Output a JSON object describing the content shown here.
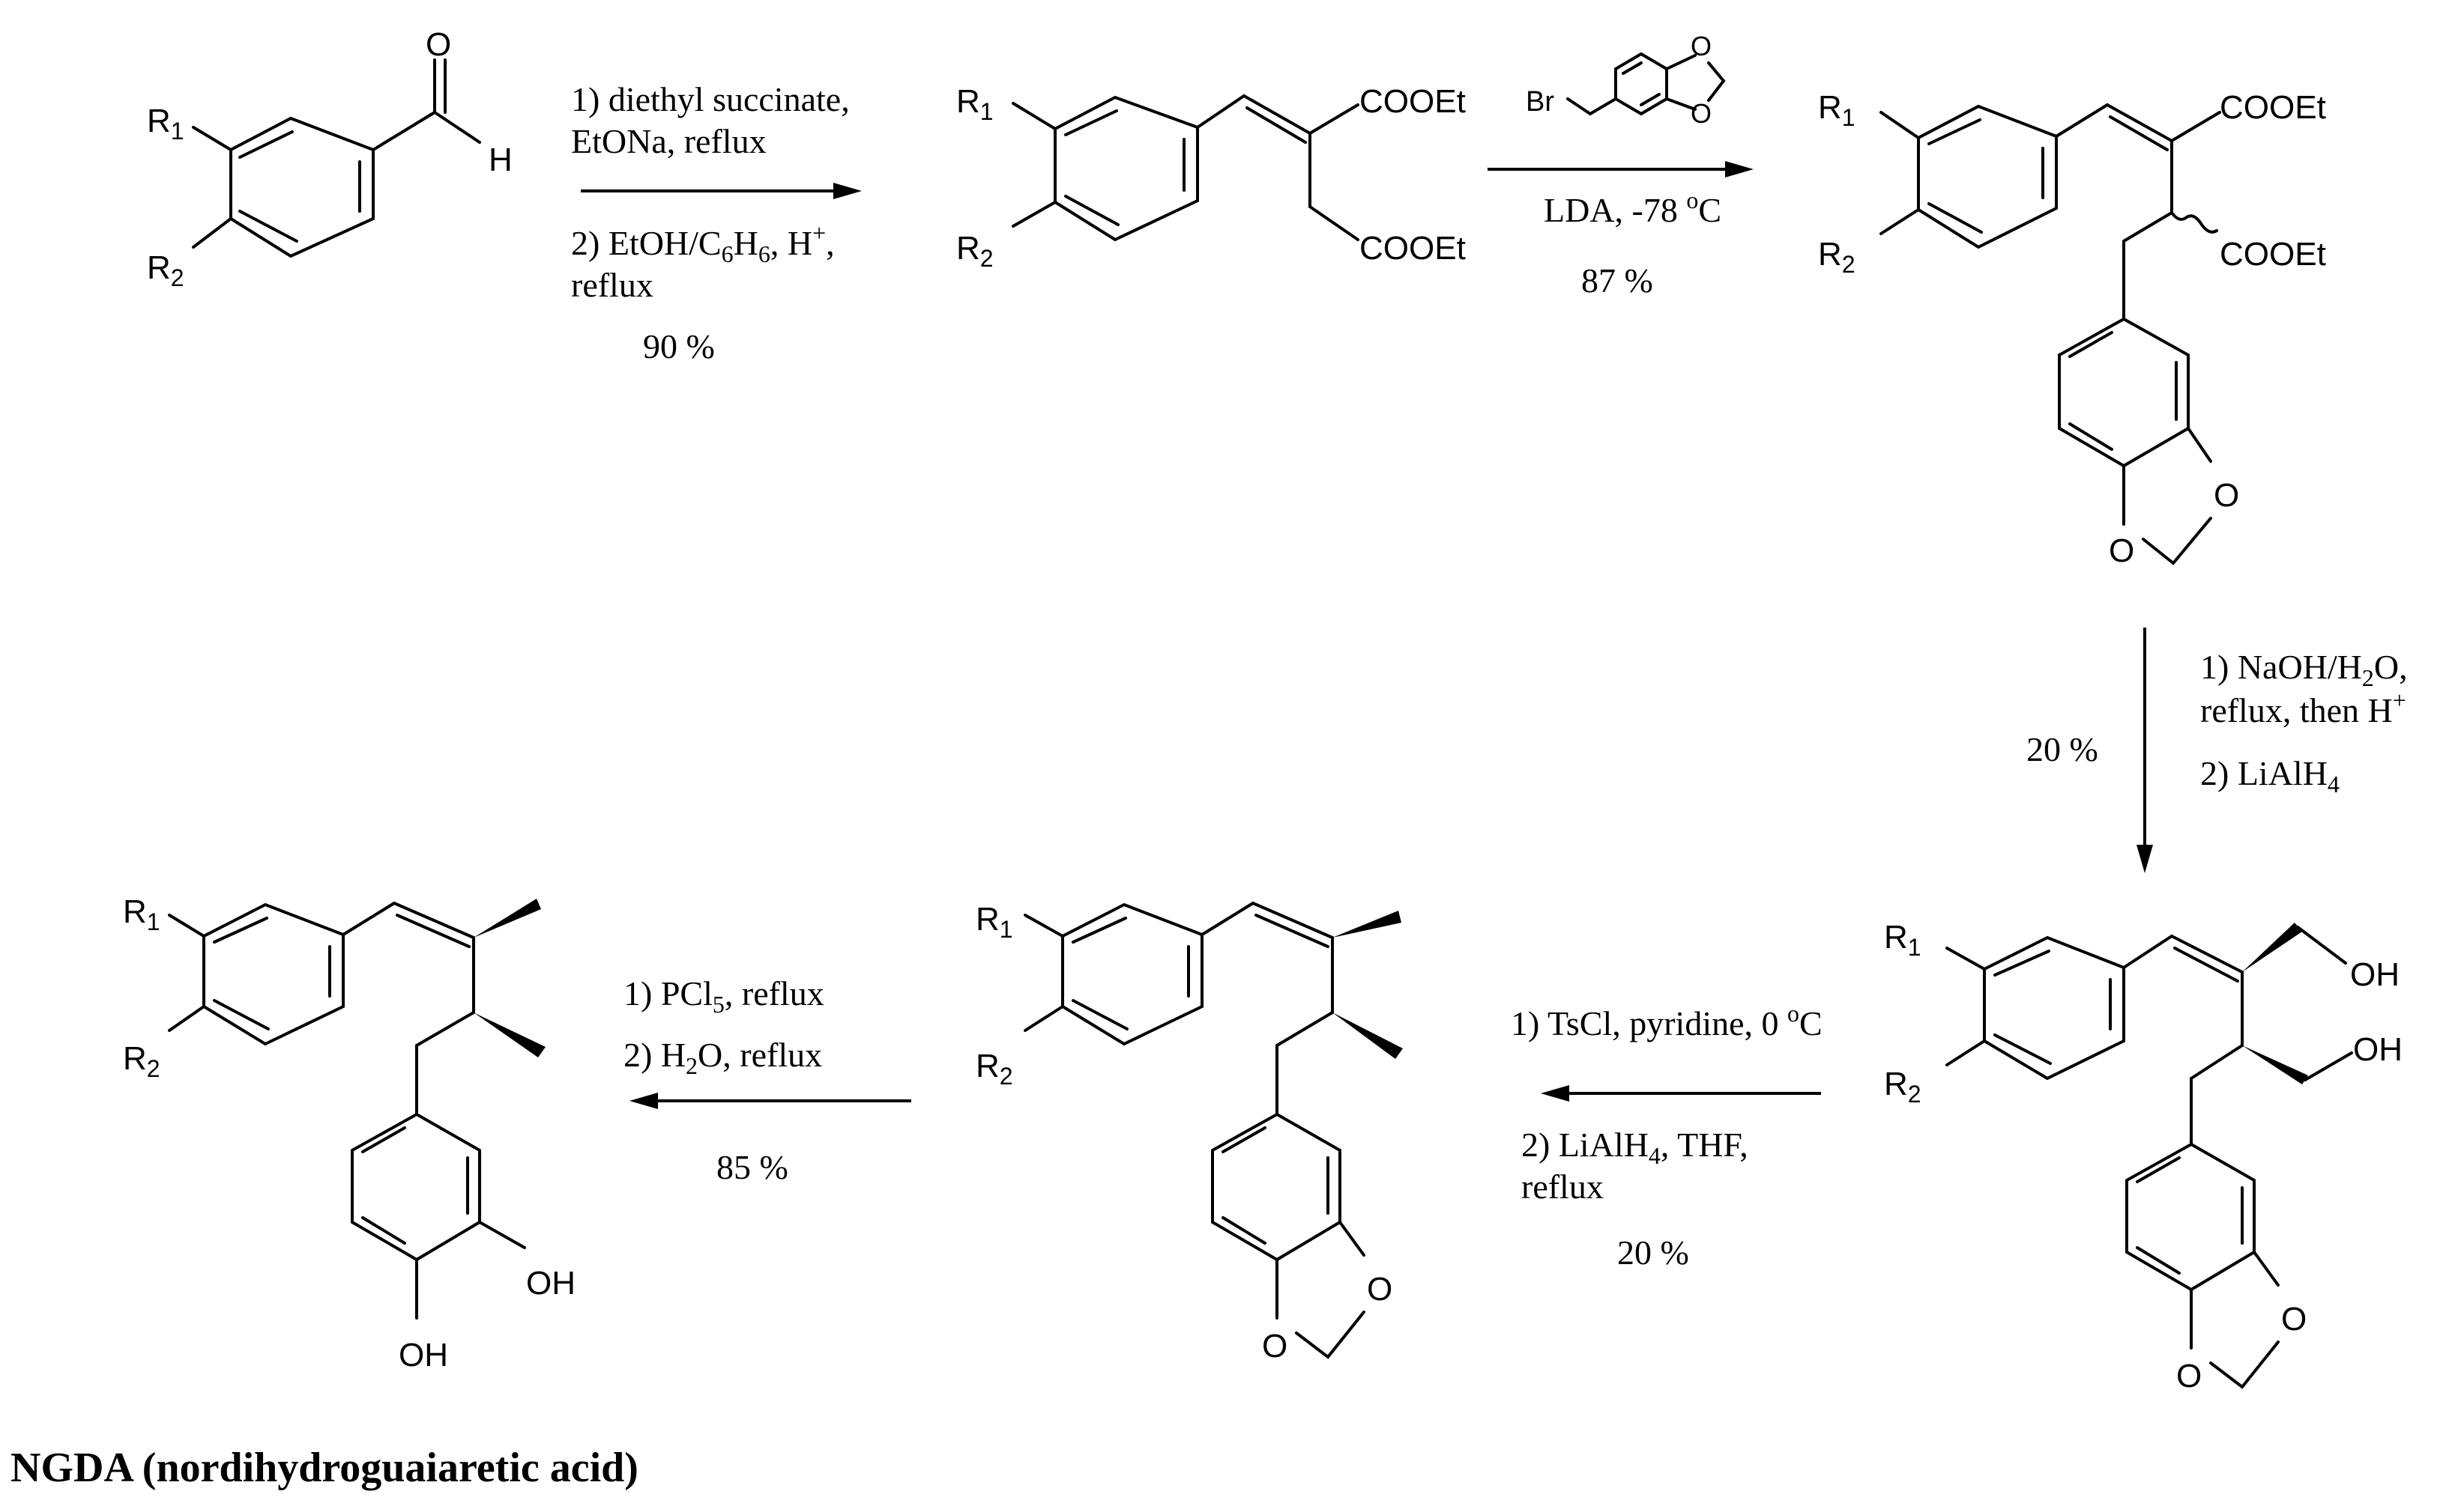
{
  "title": "NGDA (nordihydroguaiaretic acid)",
  "atoms": {
    "R1": "R1",
    "R2": "R2",
    "O": "O",
    "H": "H",
    "OH": "OH",
    "COOEt": "COOEt",
    "Br": "Br"
  },
  "steps": {
    "step1": {
      "line1": "1) diethyl succinate,",
      "line2": "EtONa, reflux",
      "line3_pre": "2) EtOH/C",
      "line3_s1": "6",
      "line3_mid": "H",
      "line3_s2": "6",
      "line3_post": ", H",
      "line3_sup": "+",
      "line3_end": ",",
      "line4": "reflux",
      "yield": "90 %"
    },
    "step2": {
      "reagent_atom": "Br",
      "line1_pre": "LDA, -78 ",
      "line1_sup": "o",
      "line1_post": "C",
      "yield": "87 %"
    },
    "step3": {
      "line1_pre": "1) NaOH/H",
      "line1_sub": "2",
      "line1_post": "O,",
      "line2_pre": "reflux, then H",
      "line2_sup": "+",
      "line3_pre": "2) LiAlH",
      "line3_sub": "4",
      "yield": "20 %"
    },
    "step4": {
      "line1_pre": "1) TsCl, pyridine, 0 ",
      "line1_sup": "o",
      "line1_post": "C",
      "line2_pre": "2) LiAlH",
      "line2_sub": "4",
      "line2_post": ", THF,",
      "line3": "reflux",
      "yield": "20 %"
    },
    "step5": {
      "line1_pre": "1) PCl",
      "line1_sub": "5",
      "line1_post": ", reflux",
      "line2_pre": "2) H",
      "line2_sub": "2",
      "line2_post": "O, reflux",
      "yield": "85 %"
    }
  }
}
